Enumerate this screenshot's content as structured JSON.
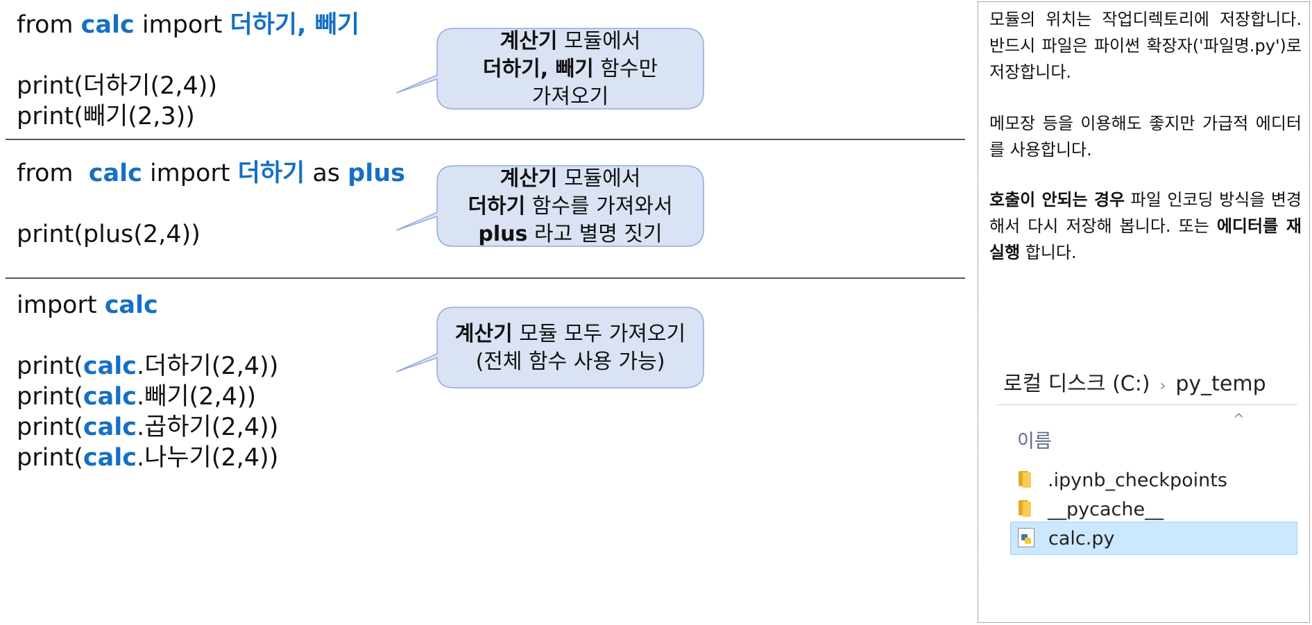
{
  "sections": [
    {
      "code_lines": [
        [
          {
            "t": "from "
          },
          {
            "t": "calc",
            "hl": true
          },
          {
            "t": " import "
          },
          {
            "t": "더하기, 빼기",
            "hl": true
          }
        ],
        [
          {
            "t": ""
          }
        ],
        [
          {
            "t": "print(더하기(2,4))"
          }
        ],
        [
          {
            "t": "print(빼기(2,3))"
          }
        ]
      ],
      "callout_lines": [
        [
          {
            "t": "계산기",
            "b": true
          },
          {
            "t": " 모듈에서"
          }
        ],
        [
          {
            "t": "더하기, 빼기",
            "b": true
          },
          {
            "t": " 함수만"
          }
        ],
        [
          {
            "t": "가져오기"
          }
        ]
      ]
    },
    {
      "code_lines": [
        [
          {
            "t": "from  "
          },
          {
            "t": "calc",
            "hl": true
          },
          {
            "t": " import "
          },
          {
            "t": "더하기",
            "hl": true
          },
          {
            "t": " as "
          },
          {
            "t": "plus",
            "hl": true
          }
        ],
        [
          {
            "t": ""
          }
        ],
        [
          {
            "t": "print(plus(2,4))"
          }
        ]
      ],
      "callout_lines": [
        [
          {
            "t": "계산기",
            "b": true
          },
          {
            "t": " 모듈에서"
          }
        ],
        [
          {
            "t": "더하기",
            "b": true
          },
          {
            "t": " 함수를 가져와서"
          }
        ],
        [
          {
            "t": "plus",
            "b": true
          },
          {
            "t": " 라고 별명 짓기"
          }
        ]
      ]
    },
    {
      "code_lines": [
        [
          {
            "t": "import "
          },
          {
            "t": "calc",
            "hl": true
          }
        ],
        [
          {
            "t": ""
          }
        ],
        [
          {
            "t": "print("
          },
          {
            "t": "calc",
            "hl": true
          },
          {
            "t": ".더하기(2,4))"
          }
        ],
        [
          {
            "t": "print("
          },
          {
            "t": "calc",
            "hl": true
          },
          {
            "t": ".빼기(2,4))"
          }
        ],
        [
          {
            "t": "print("
          },
          {
            "t": "calc",
            "hl": true
          },
          {
            "t": ".곱하기(2,4))"
          }
        ],
        [
          {
            "t": "print("
          },
          {
            "t": "calc",
            "hl": true
          },
          {
            "t": ".나누기(2,4))"
          }
        ]
      ],
      "callout_lines": [
        [
          {
            "t": "계산기",
            "b": true
          },
          {
            "t": " 모듈 모두 가져오기"
          }
        ],
        [
          {
            "t": "(전체 함수 사용 가능)"
          }
        ]
      ]
    }
  ],
  "side_panel": {
    "paragraphs": [
      [
        {
          "t": "모듈의 위치는 작업디렉토리에 저장합니다. 반드시 파일은 파이썬 확장자('파일명.py')로 저장합니다."
        }
      ],
      [
        {
          "t": "메모장 등을 이용해도 좋지만 가급적 에디터를 사용합니다."
        }
      ],
      [
        {
          "t": "호출이 안되는 경우",
          "b": true
        },
        {
          "t": " 파일 인코딩 방식을 변경해서 다시 저장해 봅니다. 또는 "
        },
        {
          "t": "에디터를 재실행",
          "b": true
        },
        {
          "t": " 합니다."
        }
      ]
    ],
    "explorer": {
      "breadcrumb": [
        "로컬 디스크 (C:)",
        "py_temp"
      ],
      "breadcrumb_sep": "›",
      "sort_caret": "^",
      "column_header": "이름",
      "items": [
        {
          "name": ".ipynb_checkpoints",
          "icon": "folder-icon",
          "selected": false
        },
        {
          "name": "__pycache__",
          "icon": "folder-icon",
          "selected": false
        },
        {
          "name": "calc.py",
          "icon": "python-file-icon",
          "selected": true
        }
      ]
    }
  },
  "colors": {
    "code_highlight": "#1570c4",
    "callout_fill": "#dae3f3",
    "callout_stroke": "#8faadc",
    "selection": "#cce8ff"
  }
}
